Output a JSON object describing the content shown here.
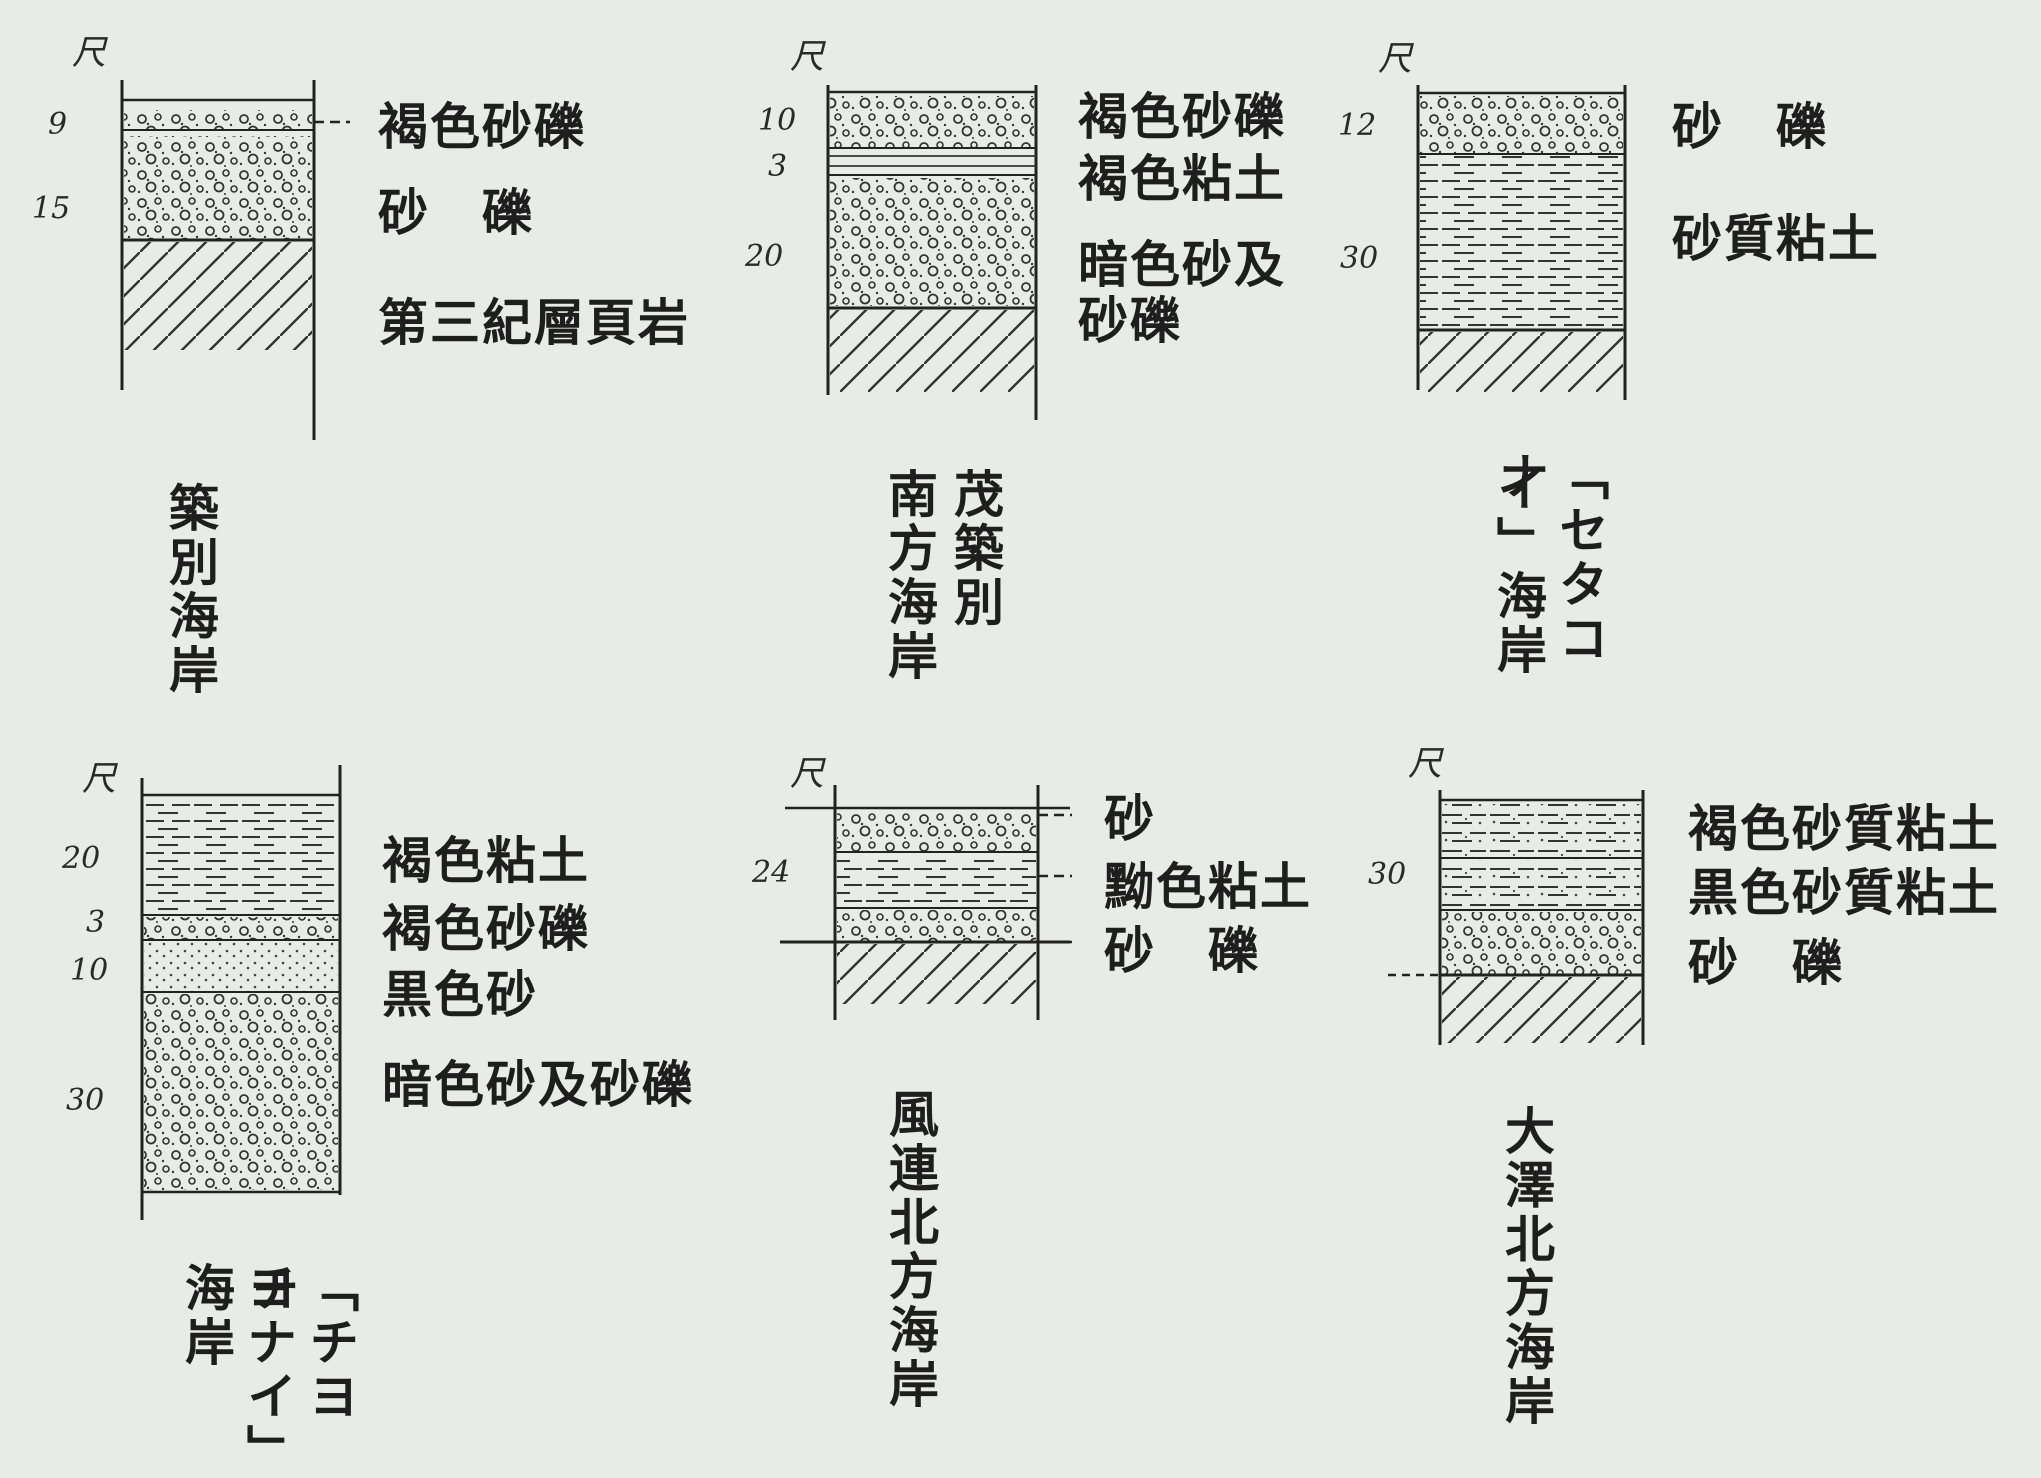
{
  "unit_symbol": "尺",
  "sections": [
    {
      "location": "築別海岸",
      "thicknesses": [
        "9",
        "15"
      ],
      "layers": [
        "褐色砂礫",
        "砂　礫",
        "第三紀層頁岩"
      ]
    },
    {
      "location": "茂築別南方海岸",
      "location_lines": [
        "茂築別",
        "南方海岸"
      ],
      "thicknesses": [
        "10",
        "3",
        "20"
      ],
      "layers": [
        "褐色砂礫",
        "褐色粘土",
        "暗色砂及",
        "砂礫"
      ]
    },
    {
      "location": "「セタコナイ」海岸",
      "location_lines": [
        "「セタコナ",
        "イ」海岸"
      ],
      "thicknesses": [
        "12",
        "30"
      ],
      "layers": [
        "砂　礫",
        "砂質粘土"
      ]
    },
    {
      "location": "「チヨチヨナイ」海岸",
      "location_lines": [
        "「チヨチ",
        "ヨナイ」",
        "海岸"
      ],
      "thicknesses": [
        "20",
        "3",
        "10",
        "30"
      ],
      "layers": [
        "褐色粘土",
        "褐色砂礫",
        "黒色砂",
        "暗色砂及砂礫"
      ]
    },
    {
      "location": "風連北方海岸",
      "thicknesses": [
        "24"
      ],
      "layers": [
        "砂",
        "黝色粘土",
        "砂　礫"
      ]
    },
    {
      "location": "大澤北方海岸",
      "thicknesses": [
        "30"
      ],
      "layers": [
        "褐色砂質粘土",
        "黒色砂質粘土",
        "砂　礫"
      ]
    }
  ]
}
